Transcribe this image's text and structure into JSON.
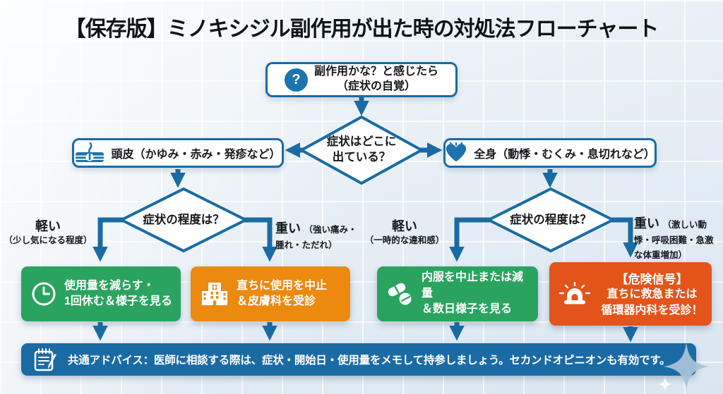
{
  "title": "【保存版】ミノキシジル副作用が出た時の対処法フローチャート",
  "colors": {
    "blue": "#1a6ba4",
    "icon-blue": "#1c74ad",
    "green": "#2aa35f",
    "orange": "#ec8a10",
    "danger": "#e2541a",
    "sparkle": "#a9c2d8"
  },
  "icons": {
    "question": "?"
  },
  "start": {
    "lines": [
      "副作用かな？と感じたら",
      "（症状の自覚）"
    ]
  },
  "decision_location": {
    "lines": [
      "症状はどこに",
      "出ている？"
    ]
  },
  "branch_scalp": {
    "label": "頭皮（かゆみ・赤み・発疹など）"
  },
  "branch_body": {
    "label": "全身（動悸・むくみ・息切れなど）"
  },
  "decision_severity_left": {
    "label": "症状の程度は？"
  },
  "decision_severity_right": {
    "label": "症状の程度は？"
  },
  "labels": {
    "scalp_mild": {
      "strong": "軽い",
      "detail": "（少し気になる程度）"
    },
    "scalp_severe": {
      "strong": "重い",
      "detail": "（強い痛み・腫れ・ただれ）"
    },
    "body_mild": {
      "strong": "軽い",
      "detail": "（一時的な違和感）"
    },
    "body_severe": {
      "strong": "重い",
      "detail": "（激しい動悸・呼吸困難・急激な体重増加）"
    }
  },
  "actions": {
    "reduce": {
      "lines": [
        "使用量を減らす・",
        "1回休む＆様子を見る"
      ]
    },
    "stop_derma": {
      "lines": [
        "直ちに使用を中止",
        "＆皮膚科を受診"
      ]
    },
    "stop_oral": {
      "lines": [
        "内服を中止または減量",
        "＆数日様子を見る"
      ]
    },
    "emergency": {
      "heading": "【危険信号】",
      "lines": [
        "直ちに救急または",
        "循環器内科を受診！"
      ]
    }
  },
  "advice": {
    "text": "共通アドバイス：医師に相談する際は、症状・開始日・使用量をメモして持参しましょう。セカンドオピニオンも有効です。"
  }
}
